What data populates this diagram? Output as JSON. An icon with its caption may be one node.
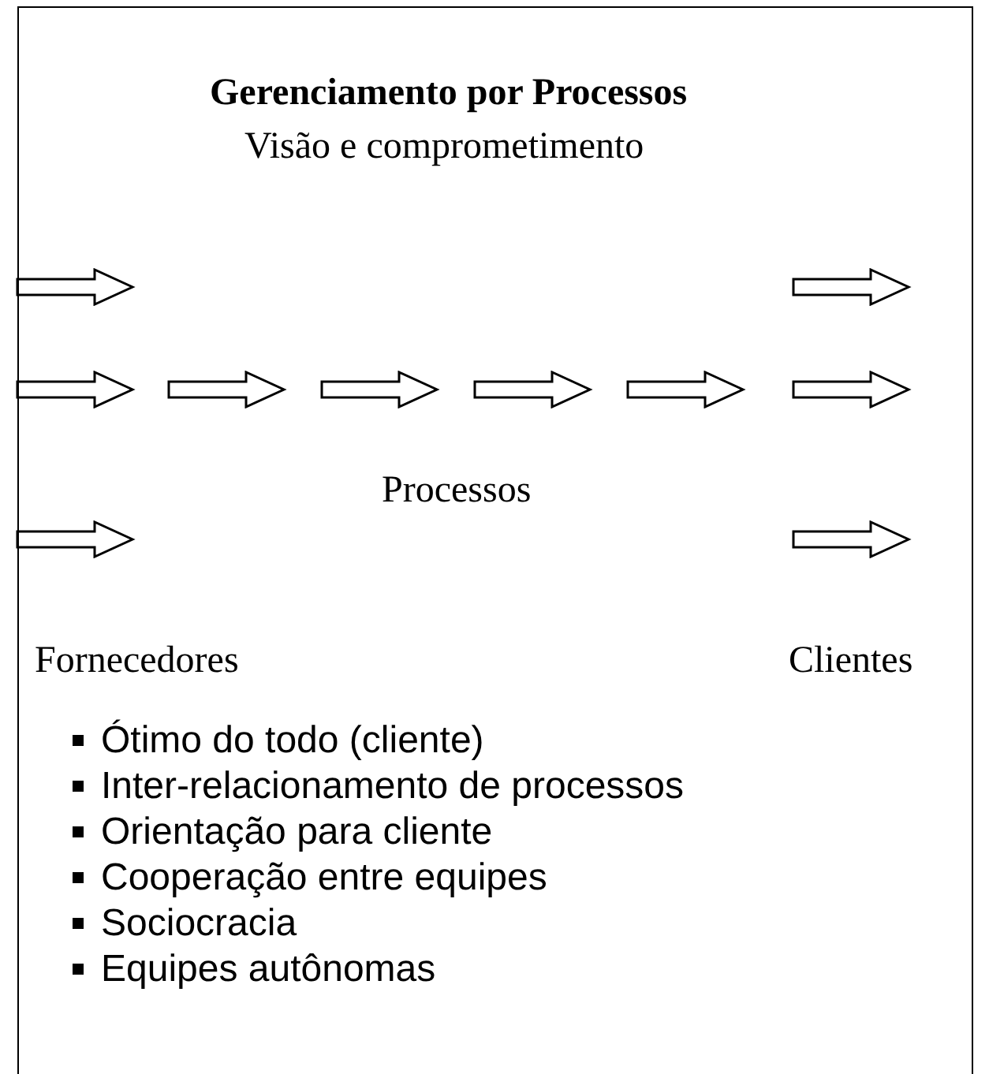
{
  "diagram": {
    "title": "Gerenciamento por Processos",
    "labels": [
      "Visão e comprometimento",
      "Processos",
      "Fornecedores",
      "Clientes",
      "Ótimo do todo (cliente)",
      "Inter-relacionamento de processos",
      "Orientação para cliente",
      "Cooperação entre equipes",
      "Sociocracia",
      "Equipes autônomas"
    ]
  }
}
